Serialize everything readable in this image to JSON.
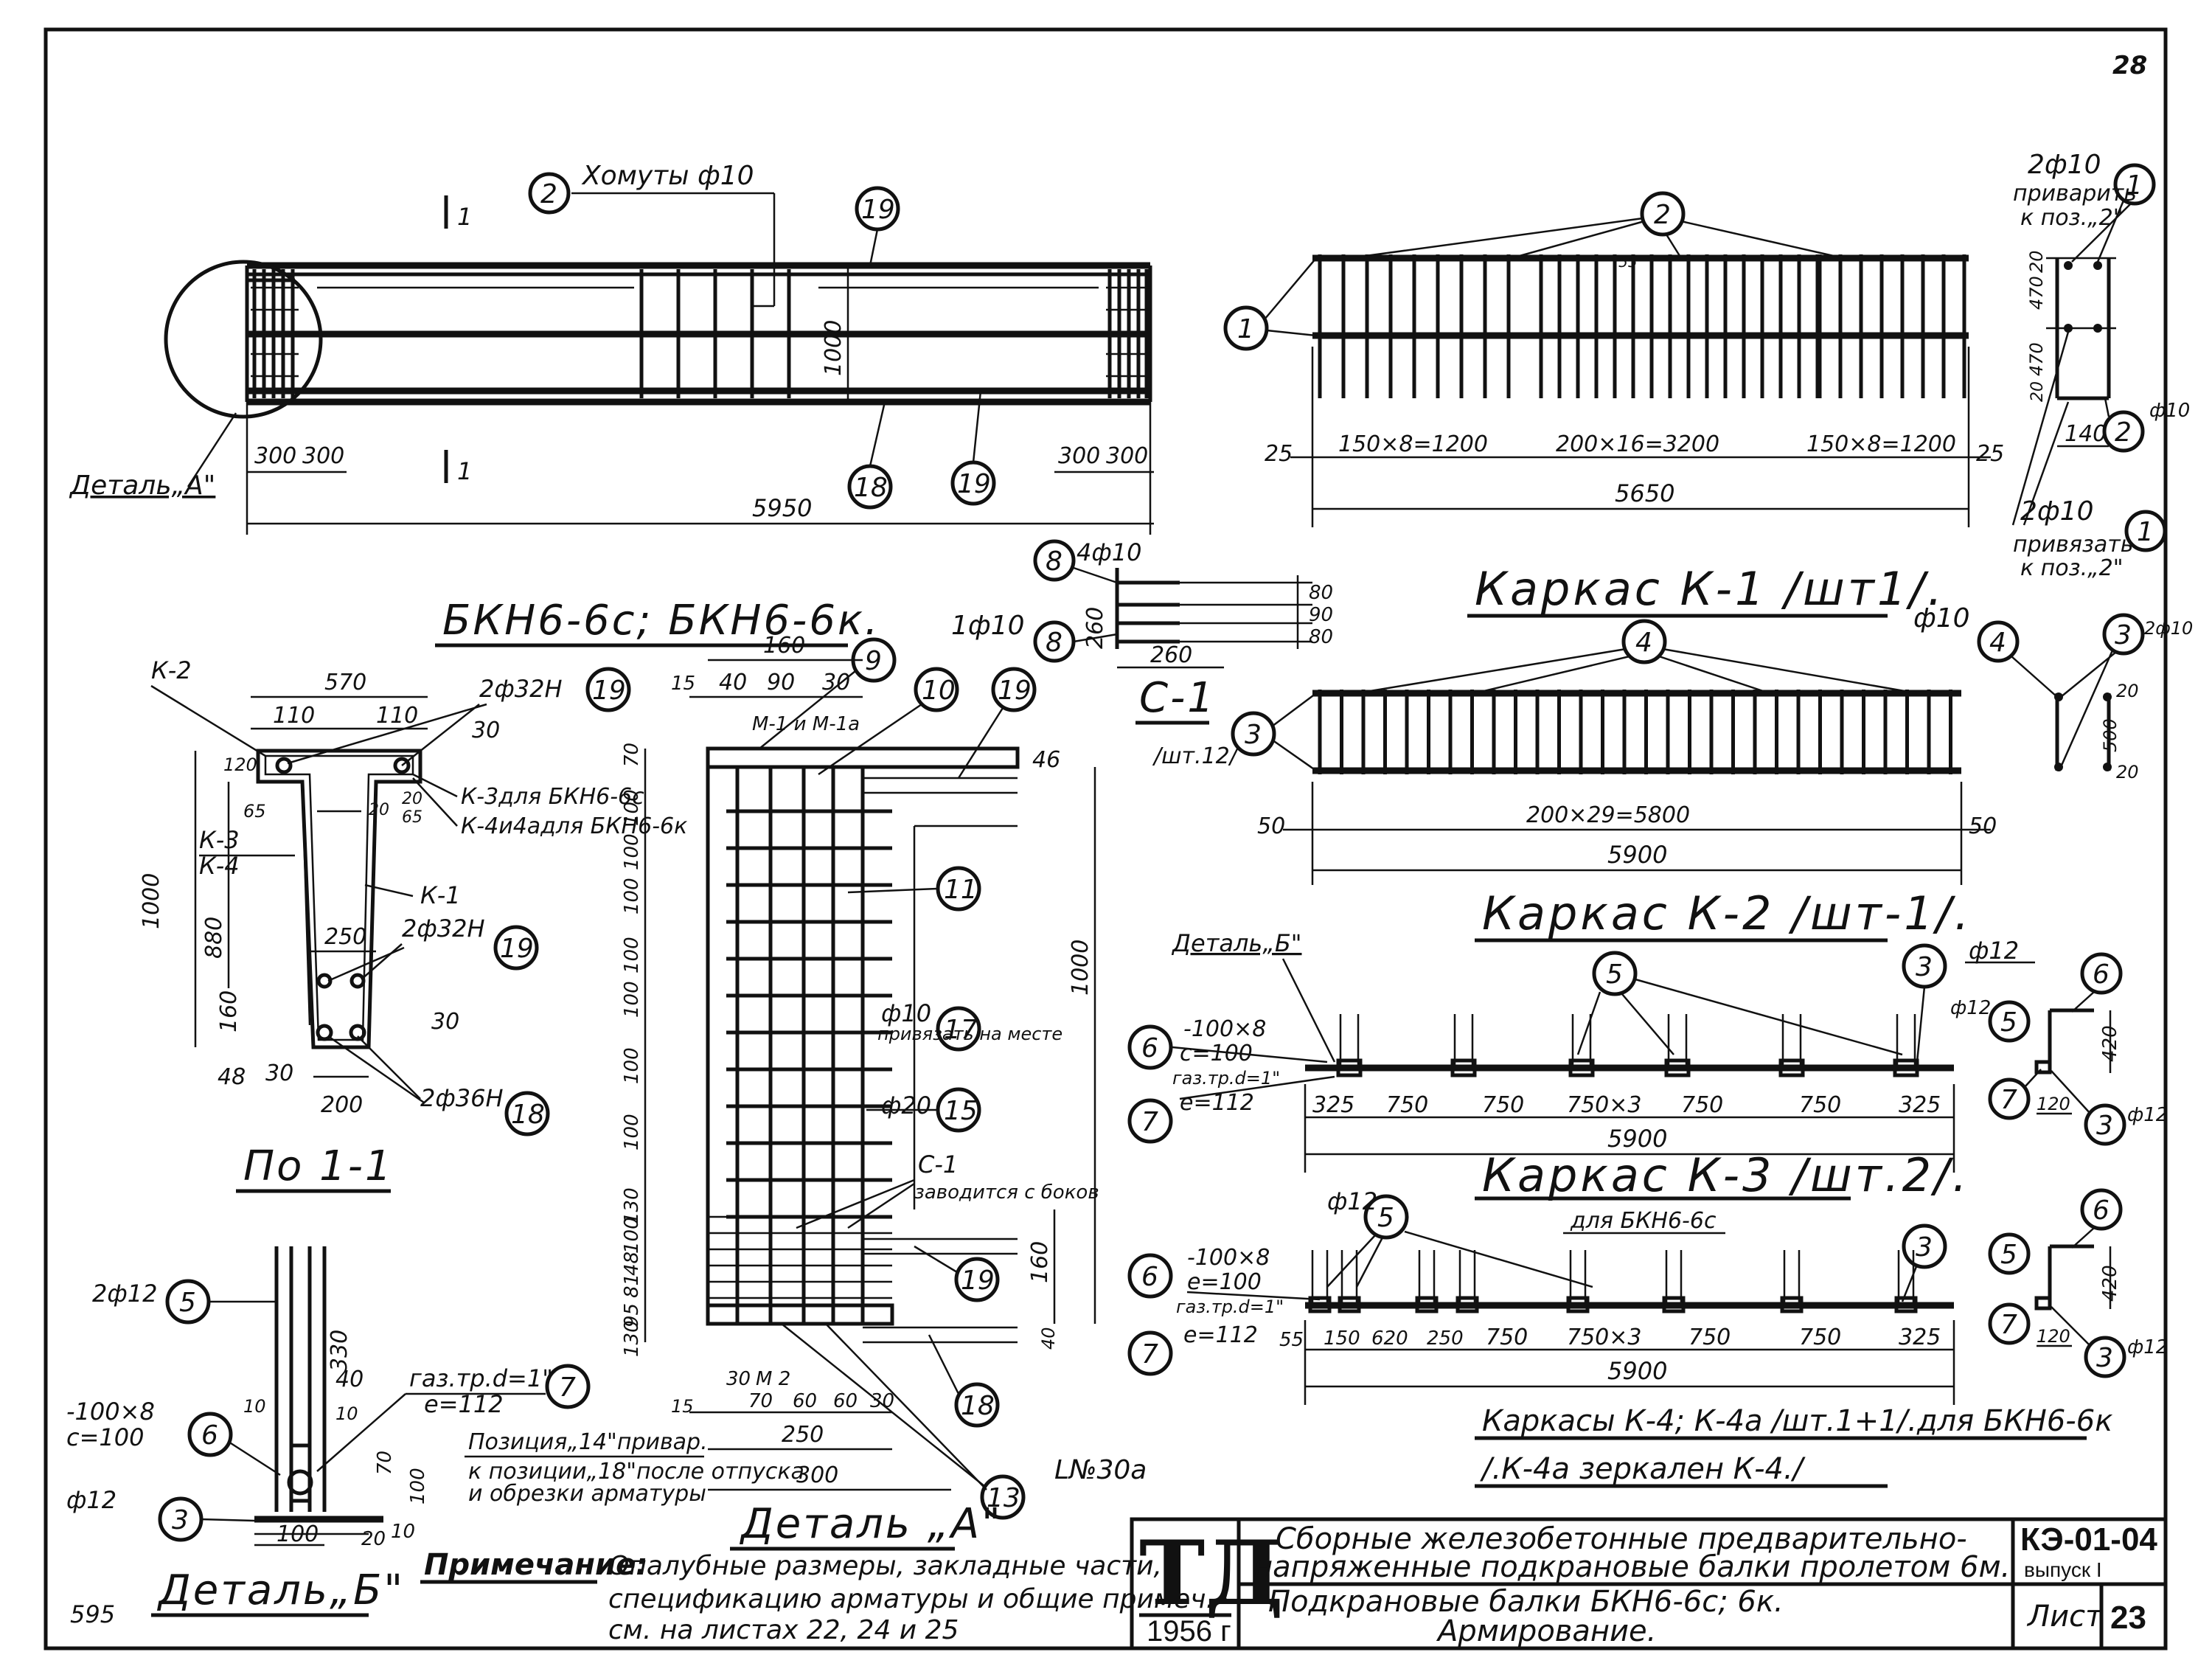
{
  "sheet": {
    "page_number": "28",
    "inventory_number": "595"
  },
  "views": {
    "beam": {
      "title": "БКН6-6с; БКН6-6к.",
      "detail_ref": "Деталь„А\"",
      "section_mark_top": "1",
      "section_mark_bottom": "1",
      "stirrups_label": "Хомуты ф10",
      "dim_overall": "5950",
      "dim_end": "1000",
      "dim_left": [
        "300",
        "300"
      ],
      "dim_right": [
        "300",
        "300"
      ]
    },
    "frame_k1": {
      "title": "Каркас К-1 /шт1/.",
      "dims": [
        "150×8=1200",
        "200×16=3200",
        "150×8=1200"
      ],
      "dim_total": "5650",
      "dim_end_left": "25",
      "dim_end_right": "25",
      "gap_mark": "55",
      "side_note_top_bar": "2ф10",
      "side_note_top_1": "приварить",
      "side_note_top_2": "к поз.„2\"",
      "side_note_bottom_bar": "2ф10",
      "side_note_bottom_1": "привязать",
      "side_note_bottom_2": "к поз.„2\"",
      "side_dims": [
        "20",
        "470",
        "470",
        "20"
      ],
      "side_width": "140",
      "side_bar": "ф10"
    },
    "frame_k2": {
      "title": "Каркас К-2 /шт-1/.",
      "dims": "200×29=5800",
      "dim_total": "5900",
      "dim_end_left": "50",
      "dim_end_right": "50",
      "side_bar": "ф10",
      "side_bar_right": "2ф10",
      "side_dims": [
        "20",
        "500",
        "20"
      ]
    },
    "frame_k3": {
      "title": "Каркас К-3 /шт.2/.",
      "subtitle": "для БКН6-6с",
      "detail_ref": "Деталь„Б\"",
      "plate": "-100×8",
      "plate_c": "с=100",
      "pipe": "газ.тр.d=1\"",
      "pipe_e": "е=112",
      "dims": [
        "325",
        "750",
        "750",
        "750×3",
        "750",
        "750",
        "325"
      ],
      "dim_total": "5900",
      "side_bar": "ф12",
      "side_bar_2": "ф12",
      "side_bar_3": "ф12",
      "side_dim": "420",
      "side_w": "120"
    },
    "frame_k4": {
      "title": "Каркасы К-4; К-4а /шт.1+1/.для БКН6-6к",
      "subtitle": "/.К-4а зеркален К-4./",
      "plate": "-100×8",
      "plate_c": "е=100",
      "pipe": "газ.тр.d=1\"",
      "pipe_e": "е=112",
      "bar": "ф12",
      "dims": [
        "55",
        "150",
        "620",
        "250",
        "750",
        "750×3",
        "750",
        "750",
        "325"
      ],
      "dim_total": "5900",
      "side_dim": "420",
      "side_w": "120",
      "side_bar": "ф12"
    },
    "section_1_1": {
      "title": "По 1-1",
      "dims_top": [
        "570",
        "110",
        "110"
      ],
      "dim_height": "1000",
      "dim_inner": "880",
      "dim_web": "250",
      "dim_bottom": "200",
      "dims_misc": [
        "120",
        "65",
        "65",
        "20",
        "20",
        "30",
        "160",
        "48",
        "30",
        "30"
      ],
      "callouts": {
        "top_bars": "2ф32Н",
        "mid_bars": "2ф32Н",
        "bottom_bars": "2ф36Н",
        "frame_k2": "К-2",
        "frame_k3_k4": [
          "К-3",
          "К-4"
        ],
        "frame_k1": "К-1",
        "note_k3": "К-3для БКН6-6с",
        "note_k4": "К-4и4адля БКН6-6к"
      }
    },
    "detail_a": {
      "title": "Деталь „А\"",
      "dims_top": [
        "160",
        "15",
        "40",
        "90",
        "30"
      ],
      "dim_46": "46",
      "dims_left": [
        "70",
        "100",
        "100",
        "100",
        "100",
        "100",
        "100",
        "100",
        "130",
        "100",
        "48",
        "81",
        "95",
        "130"
      ],
      "dim_1000": "1000",
      "dim_160": "160",
      "dim_40": "40",
      "dims_bottom": [
        "15",
        "30",
        "70",
        "60",
        "60",
        "30"
      ],
      "dim_250": "250",
      "dim_300": "300",
      "mark_m1": "М-1 и М-1а",
      "mark_m2": "М 2",
      "bar_ref": "1ф10",
      "bar_17": "ф10",
      "note_17": "привязать на месте",
      "bar_15": "ф20",
      "c1_label": "С-1",
      "c1_note": "заводится с боков",
      "angle": "L№30а",
      "pos_note_1": "Позиция„14\"привар.",
      "pos_note_2": "к позиции„18\"после отпуска",
      "pos_note_3": "и обрезки арматуры"
    },
    "detail_c1": {
      "title": "С-1",
      "qty": "/шт.12/",
      "bar": "4ф10",
      "dim_h": "260",
      "dim_w": "260",
      "dims": [
        "80",
        "90",
        "80"
      ]
    },
    "detail_b": {
      "title": "Деталь„Б\"",
      "bar_top": "2ф12",
      "plate": "-100×8",
      "plate_c": "с=100",
      "pipe": "газ.тр.d=1\"",
      "pipe_e": "е=112",
      "bar_bottom": "ф12",
      "dims": [
        "330",
        "40",
        "10",
        "10",
        "70",
        "100"
      ],
      "dims_bottom": [
        "100",
        "20",
        "10"
      ]
    }
  },
  "bubbles": {
    "beam": [
      "2",
      "19",
      "18",
      "19"
    ],
    "k1": [
      "1",
      "2",
      "1",
      "2",
      "1"
    ],
    "k2": [
      "3",
      "4",
      "4",
      "3"
    ],
    "c1": [
      "8",
      "8"
    ],
    "section": [
      "19",
      "19",
      "18"
    ],
    "detail_a": [
      "9",
      "10",
      "19",
      "11",
      "17",
      "15",
      "19",
      "18",
      "13"
    ],
    "k3": [
      "6",
      "7",
      "5",
      "3",
      "6",
      "5",
      "7",
      "3"
    ],
    "k4": [
      "6",
      "7",
      "5",
      "3",
      "6",
      "5",
      "7",
      "3"
    ],
    "detail_b": [
      "5",
      "7",
      "6",
      "3"
    ]
  },
  "note": {
    "label": "Примечание:",
    "line1": "Опалубные размеры, закладные части,",
    "line2": "спецификацию арматуры и общие примеч.",
    "line3": "см. на листах 22, 24 и 25"
  },
  "stamp": {
    "logo": "ТД",
    "year": "1956 г",
    "title_line1": "Сборные железобетонные предварительно-",
    "title_line2": "напряженные подкрановые балки пролетом 6м.",
    "sub_line1": "Подкрановые балки БКН6-6с; 6к.",
    "sub_line2": "Армирование.",
    "code": "КЭ-01-04",
    "issue": "выпуск I",
    "sheet_label": "Лист",
    "sheet_number": "23"
  }
}
